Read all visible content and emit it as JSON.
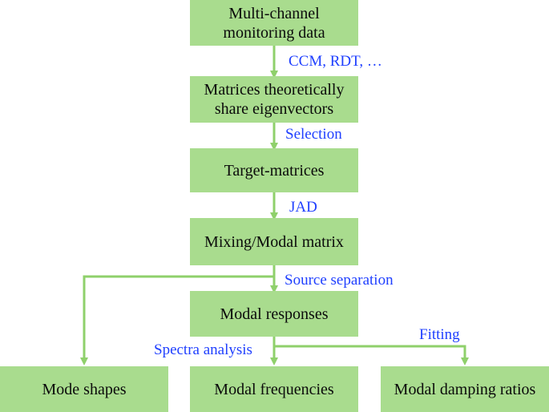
{
  "colors": {
    "box_fill": "#a9dc8e",
    "connector": "#8fd06b",
    "edge_label": "#1f3fff",
    "box_text": "#0b0b0b"
  },
  "nodes": {
    "monitoring_data": "Multi-channel\nmonitoring data",
    "shared_eigenvectors": "Matrices theoretically\nshare eigenvectors",
    "target_matrices": "Target-matrices",
    "mixing_matrix": "Mixing/Modal matrix",
    "modal_responses": "Modal responses",
    "mode_shapes": "Mode shapes",
    "modal_frequencies": "Modal frequencies",
    "damping_ratios": "Modal damping ratios"
  },
  "edges": {
    "ccm_rdt": "CCM, RDT, …",
    "selection": "Selection",
    "jad": "JAD",
    "source_separation": "Source separation",
    "spectra_analysis": "Spectra analysis",
    "fitting": "Fitting"
  }
}
